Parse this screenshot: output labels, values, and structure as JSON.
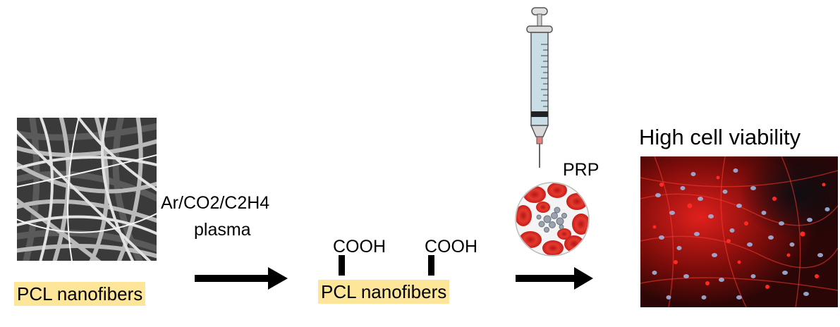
{
  "diagram": {
    "start_label": "PCL nanofibers",
    "step1": {
      "gas_label": "Ar/CO2/C2H4",
      "process_label": "plasma"
    },
    "functional_groups": [
      "COOH",
      "COOH"
    ],
    "middle_label": "PCL nanofibers",
    "prp_label": "PRP",
    "result_label": "High cell viability",
    "colors": {
      "highlight": "#fde59a",
      "arrow": "#000000",
      "red_cells": "#d8231f",
      "nuclei": "#9fb4d8"
    },
    "icons": [
      "sem-nanofiber-image",
      "syringe-icon",
      "blood-cells-icon",
      "fluorescence-image"
    ]
  }
}
